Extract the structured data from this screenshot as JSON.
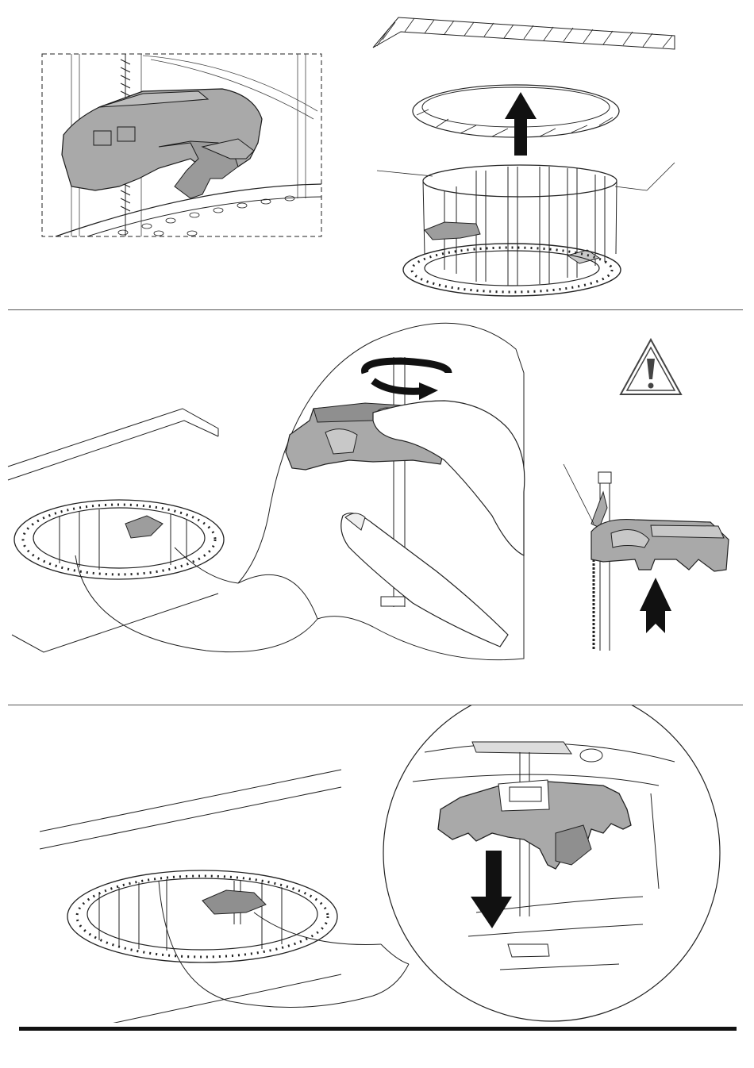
{
  "document": {
    "type": "installation-instruction-sheet",
    "steps": [
      {
        "id": "step-1",
        "action": "push-housing-up-into-ceiling",
        "arrow": "up"
      },
      {
        "id": "step-2",
        "action": "rotate-and-push-clamp-up",
        "arrow": "up",
        "warning": true
      },
      {
        "id": "step-3",
        "action": "push-clamp-down",
        "arrow": "down"
      }
    ],
    "colors": {
      "line": "#1a1a1a",
      "part_fill": "#a9a9a9",
      "part_fill_light": "#c8c8c8",
      "arrow": "#111111"
    },
    "icons": [
      "warning-triangle-icon",
      "rotate-arrow-icon",
      "up-arrow-icon",
      "down-arrow-icon"
    ]
  }
}
